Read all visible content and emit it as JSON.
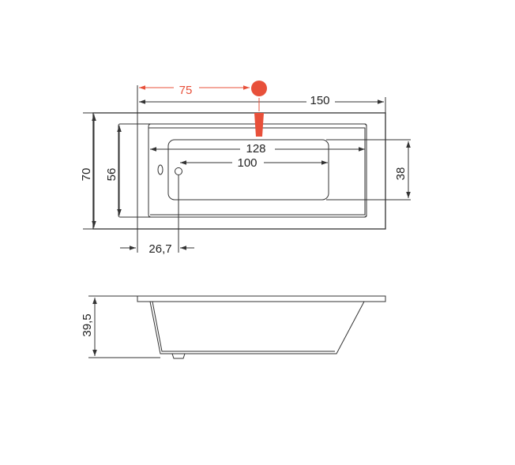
{
  "colors": {
    "line": "#333333",
    "accent": "#e8503a",
    "background": "#ffffff"
  },
  "top_view": {
    "overall_length": "150",
    "overall_width": "70",
    "inner_width": "56",
    "overflow_offset": "75",
    "bottom_length": "128",
    "bottom_inner_length": "100",
    "bottom_width": "38",
    "drain_offset": "26,7"
  },
  "side_view": {
    "height": "39,5"
  }
}
